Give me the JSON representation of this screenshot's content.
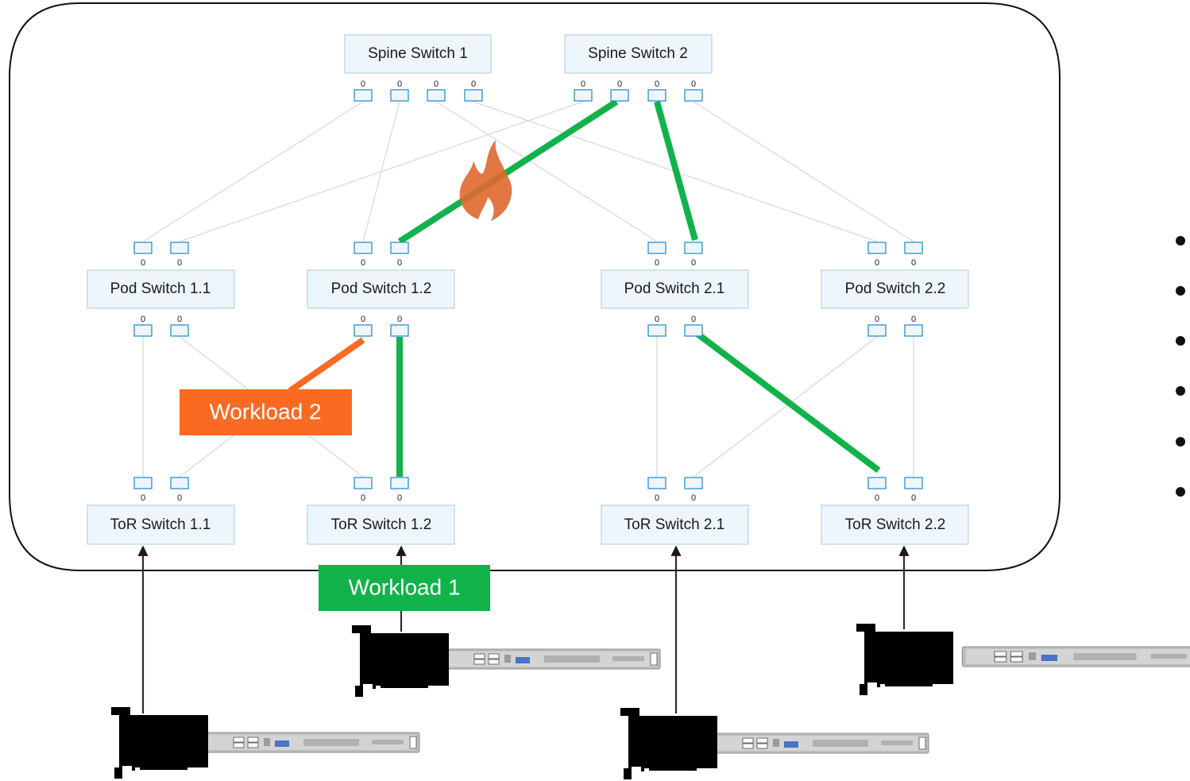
{
  "spine_switches": [
    {
      "label": "Spine Switch 1",
      "ports": [
        "0",
        "0",
        "0",
        "0"
      ]
    },
    {
      "label": "Spine Switch 2",
      "ports": [
        "0",
        "0",
        "0",
        "0"
      ]
    }
  ],
  "pod_switches": [
    {
      "label": "Pod Switch 1.1",
      "top_ports": [
        "0",
        "0"
      ],
      "bottom_ports": [
        "0",
        "0"
      ]
    },
    {
      "label": "Pod Switch 1.2",
      "top_ports": [
        "0",
        "0"
      ],
      "bottom_ports": [
        "0",
        "0"
      ]
    },
    {
      "label": "Pod Switch 2.1",
      "top_ports": [
        "0",
        "0"
      ],
      "bottom_ports": [
        "0",
        "0"
      ]
    },
    {
      "label": "Pod Switch 2.2",
      "top_ports": [
        "0",
        "0"
      ],
      "bottom_ports": [
        "0",
        "0"
      ]
    }
  ],
  "tor_switches": [
    {
      "label": "ToR Switch 1.1",
      "ports": [
        "0",
        "0"
      ]
    },
    {
      "label": "ToR Switch 1.2",
      "ports": [
        "0",
        "0"
      ]
    },
    {
      "label": "ToR Switch 2.1",
      "ports": [
        "0",
        "0"
      ]
    },
    {
      "label": "ToR Switch 2.2",
      "ports": [
        "0",
        "0"
      ]
    }
  ],
  "workloads": {
    "workload_1": {
      "label": "Workload 1",
      "color": "#12b24b"
    },
    "workload_2": {
      "label": "Workload 2",
      "color": "#fb6a22"
    }
  },
  "hotspot_icon": "fire-icon",
  "hotspot_color": "#e0682f",
  "bullet_count": 6
}
